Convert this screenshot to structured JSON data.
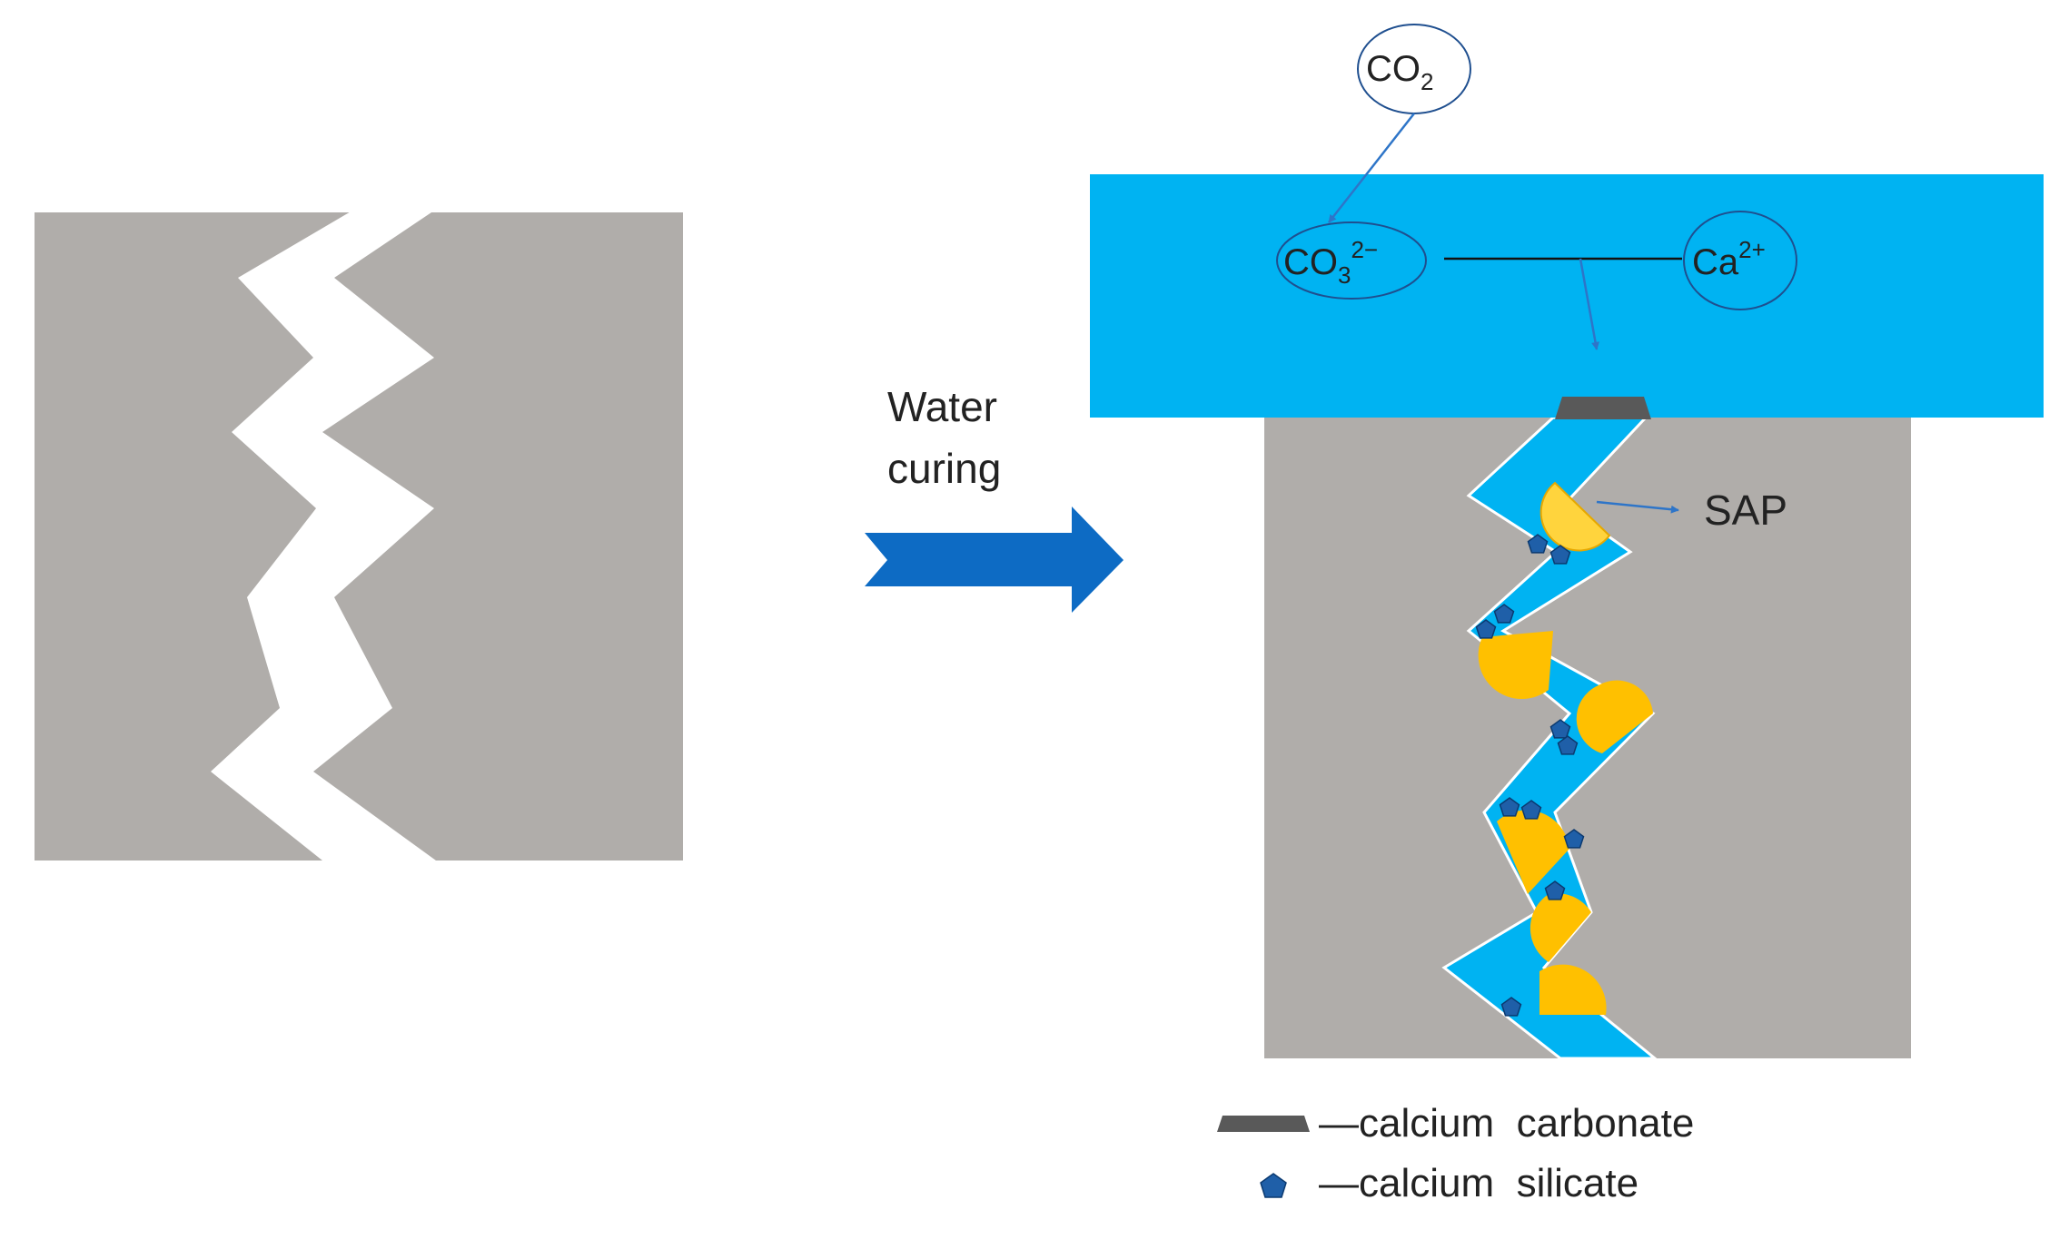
{
  "left_panel": {
    "block_color": "#b0adaa",
    "crack_color": "#ffffff"
  },
  "process_arrow": {
    "label_line1": "Water",
    "label_line2": "curing",
    "color": "#0d6bc4"
  },
  "right_panel": {
    "water_color": "#00b3f2",
    "block_color": "#b0adaa",
    "co2": {
      "base": "CO",
      "sub": "2"
    },
    "carbonate_ion": {
      "base": "CO",
      "sub": "3",
      "sup": "2−"
    },
    "calcium_ion": {
      "base": "Ca",
      "sup": "2+"
    },
    "sap_label": "SAP",
    "sap_color": "#ffc000",
    "connector_color": "#2e75c8"
  },
  "legend": {
    "carbonate": {
      "label": "—calcium  carbonate",
      "color": "#595959"
    },
    "silicate": {
      "label": "—calcium  silicate",
      "color": "#1f5fa8"
    }
  }
}
